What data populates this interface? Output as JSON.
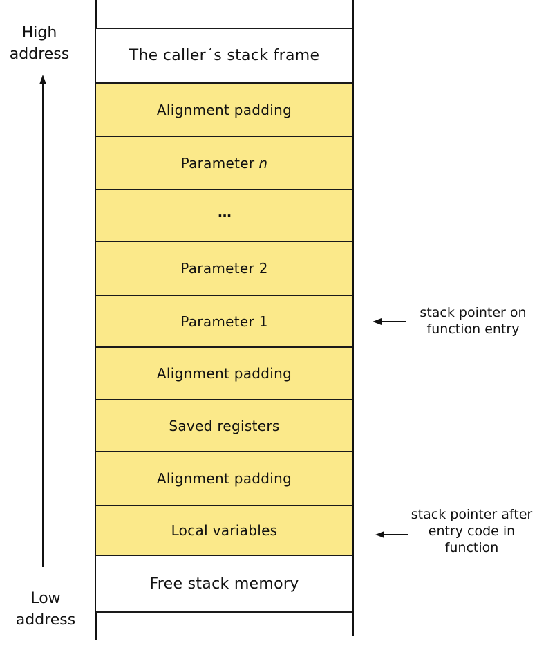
{
  "address_axis": {
    "high_line1": "High",
    "high_line2": "address",
    "low_line1": "Low",
    "low_line2": "address"
  },
  "stack_cells": [
    {
      "label": "The caller´s stack frame",
      "fill": "white"
    },
    {
      "label": "Alignment padding",
      "fill": "yellow"
    },
    {
      "label": "Parameter",
      "italic": "n",
      "fill": "yellow"
    },
    {
      "label": "...",
      "fill": "yellow"
    },
    {
      "label": "Parameter 2",
      "fill": "yellow"
    },
    {
      "label": "Parameter 1",
      "fill": "yellow"
    },
    {
      "label": "Alignment padding",
      "fill": "yellow"
    },
    {
      "label": "Saved registers",
      "fill": "yellow"
    },
    {
      "label": "Alignment padding",
      "fill": "yellow"
    },
    {
      "label": "Local variables",
      "fill": "yellow"
    },
    {
      "label": "Free stack memory",
      "fill": "white"
    }
  ],
  "pointers": {
    "entry": {
      "line1": "stack pointer on",
      "line2": "function entry"
    },
    "after_entry": {
      "line1": "stack pointer after",
      "line2": "entry code in",
      "line3": "function"
    }
  },
  "colors": {
    "cell_yellow": "#fbe98a",
    "cell_white": "#ffffff",
    "line": "#111111"
  }
}
